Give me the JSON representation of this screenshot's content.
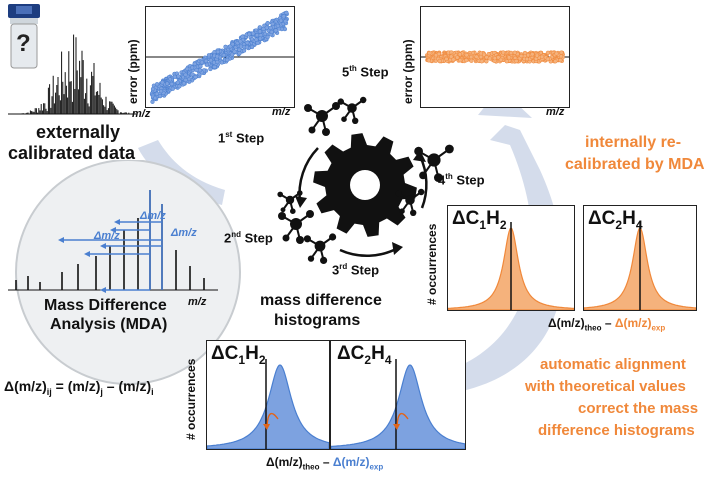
{
  "unknown_vial": {
    "mark": "?"
  },
  "left_text": {
    "externally": "externally",
    "calibrated_data": "calibrated data",
    "mz": "m/z"
  },
  "mda": {
    "line1": "Mass Difference",
    "line2": "Analysis (MDA)",
    "delta_mz": "Δm/z",
    "mz": "m/z"
  },
  "equation": {
    "lhs": "Δ(m/z)",
    "lhs_sub": "ij",
    "eq": "= (m/z)",
    "j": "j",
    "minus": "– (m/z)",
    "i": "i"
  },
  "top_left_plot": {
    "ylabel": "error (ppm)",
    "xlabel": "m/z"
  },
  "top_right_plot": {
    "ylabel": "error (ppm)",
    "xlabel": "m/z"
  },
  "steps": {
    "s1": {
      "num": "1",
      "sup": "st",
      "word": "Step"
    },
    "s2": {
      "num": "2",
      "sup": "nd",
      "word": "Step"
    },
    "s3": {
      "num": "3",
      "sup": "rd",
      "word": "Step"
    },
    "s4": {
      "num": "4",
      "sup": "th",
      "word": "Step"
    },
    "s5": {
      "num": "5",
      "sup": "th",
      "word": "Step"
    }
  },
  "hist_title": {
    "line1": "mass difference",
    "line2": "histograms"
  },
  "internally": {
    "line1": "internally re-",
    "line2": "calibrated by MDA"
  },
  "automatic": {
    "line1": "automatic alignment",
    "line2": "with theoretical values",
    "line3": "correct the mass",
    "line4": "difference histograms"
  },
  "hist_axes": {
    "ylabel": "# occurrences",
    "delta": "Δ(m/z)",
    "theo": "theo",
    "minus": " – ",
    "exp_delta": "Δ(m/z)",
    "exp": "exp"
  },
  "hist_panels": {
    "c1h2": {
      "delta": "ΔC",
      "a": "1",
      "h": "H",
      "b": "2"
    },
    "c2h4": {
      "delta": "ΔC",
      "a": "2",
      "h": "H",
      "b": "4"
    }
  },
  "colors": {
    "blue": "#4a7fd0",
    "blue_fill": "#7da2e0",
    "orange": "#f0883a",
    "orange_fill": "#f5b27c",
    "arrow": "#d4dceb"
  },
  "icons": [
    "vial-icon",
    "gear-icon",
    "molecule-icon",
    "cycle-arrow-icon"
  ]
}
